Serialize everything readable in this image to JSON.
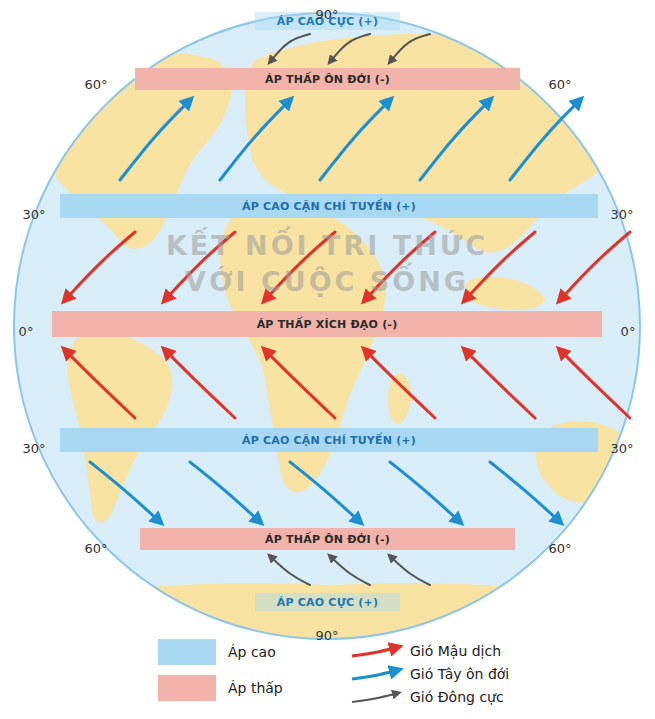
{
  "diagram": {
    "nodes": [
      {
        "text": [
          "ÁP CAO CỰC (+)"
        ]
      },
      {
        "text": [
          "ÁP THẤP ÔN ĐỚI (-)"
        ]
      },
      {
        "text": [
          "ÁP CAO CẬN CHÍ TUYẾN (+)"
        ]
      },
      {
        "text": [
          "ÁP THẤP XÍCH ĐẠO (-)"
        ]
      },
      {
        "text": [
          "ÁP CAO CẬN CHÍ TUYẾN (+)"
        ]
      },
      {
        "text": [
          "ÁP THẤP ÔN ĐỚI (-)"
        ]
      },
      {
        "text": [
          "ÁP CAO CỰC (+)"
        ]
      }
    ],
    "labels": [
      "90°",
      "60°",
      "60°",
      "30°",
      "30°",
      "0°",
      "0°",
      "30°",
      "30°",
      "60°",
      "60°",
      "90°",
      "KẾT NỐI TRI THỨC VỚI CUỘC SỐNG"
    ],
    "legend": [
      {
        "text": "Áp cao",
        "color": "#a9d9f2"
      },
      {
        "text": "Áp thấp",
        "color": "#f2b4aa"
      },
      {
        "text": "Gió Mậu dịch"
      },
      {
        "text": "Gió Tây ôn đới"
      },
      {
        "text": "Gió Đông cực"
      }
    ]
  }
}
